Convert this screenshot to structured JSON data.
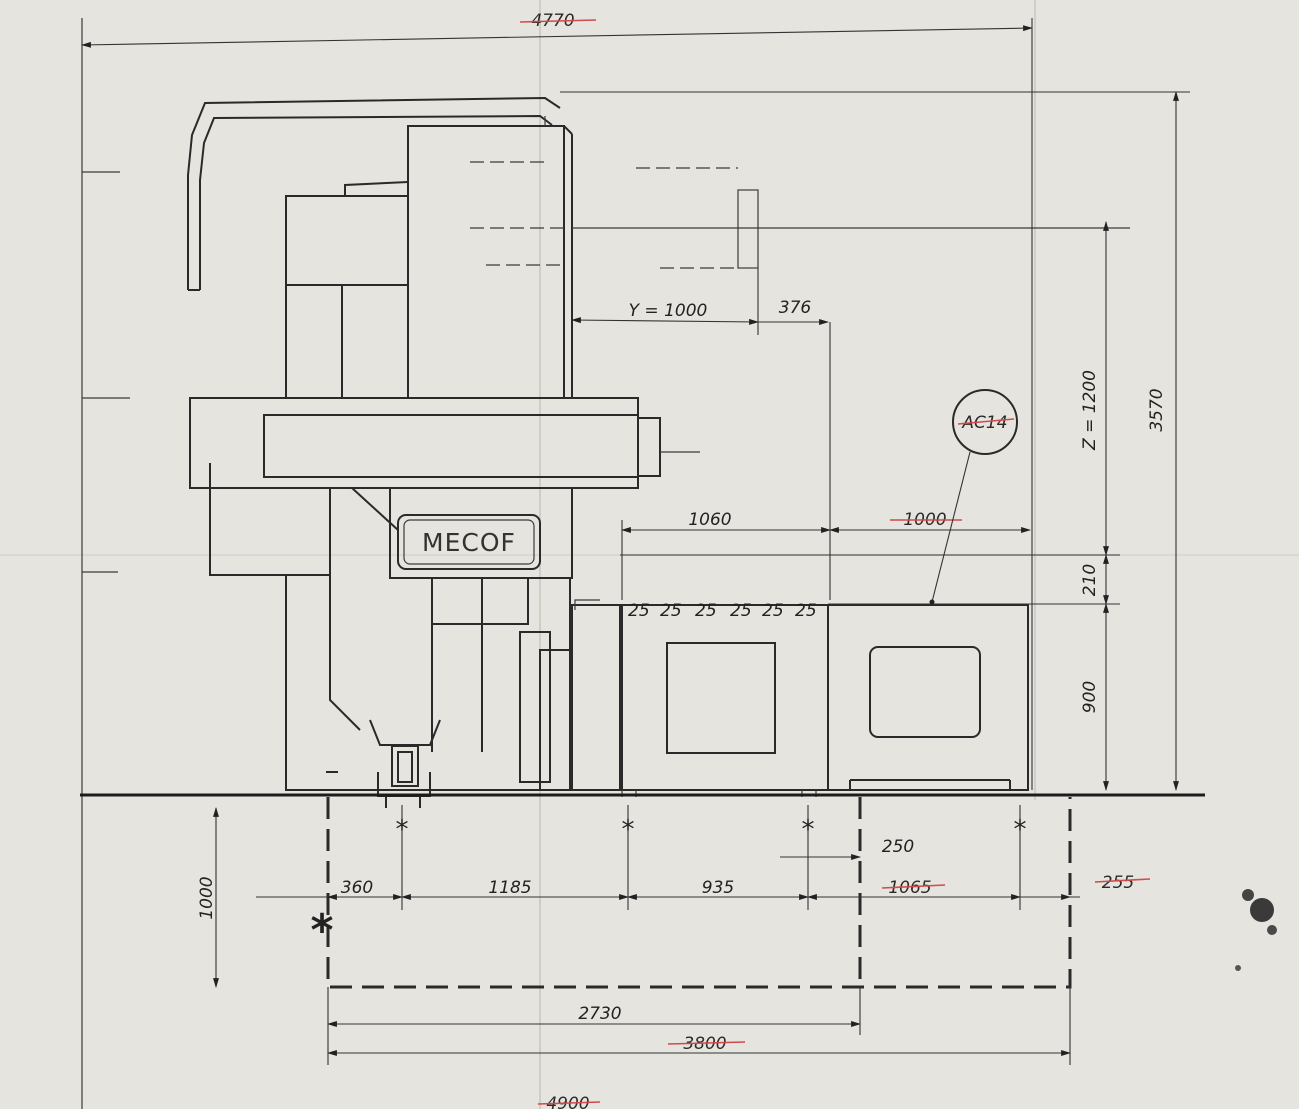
{
  "machine_logo": "MECOF",
  "callout_label": "AC14",
  "dimensions": {
    "overall_width_top": "4770",
    "y_travel": "Y = 1000",
    "offset_376": "376",
    "z_travel": "Z = 1200",
    "overall_height": "3570",
    "dim_1060": "1060",
    "dim_1000_right": "1000",
    "dim_210": "210",
    "dim_900": "900",
    "dim_250": "250",
    "dim_360": "360",
    "dim_1185": "1185",
    "dim_935": "935",
    "dim_1065": "1065",
    "dim_255": "255",
    "dim_1000_left": "1000",
    "dim_2730": "2730",
    "dim_3800": "3800",
    "dim_4900": "4900"
  },
  "foundation_marker": "*"
}
